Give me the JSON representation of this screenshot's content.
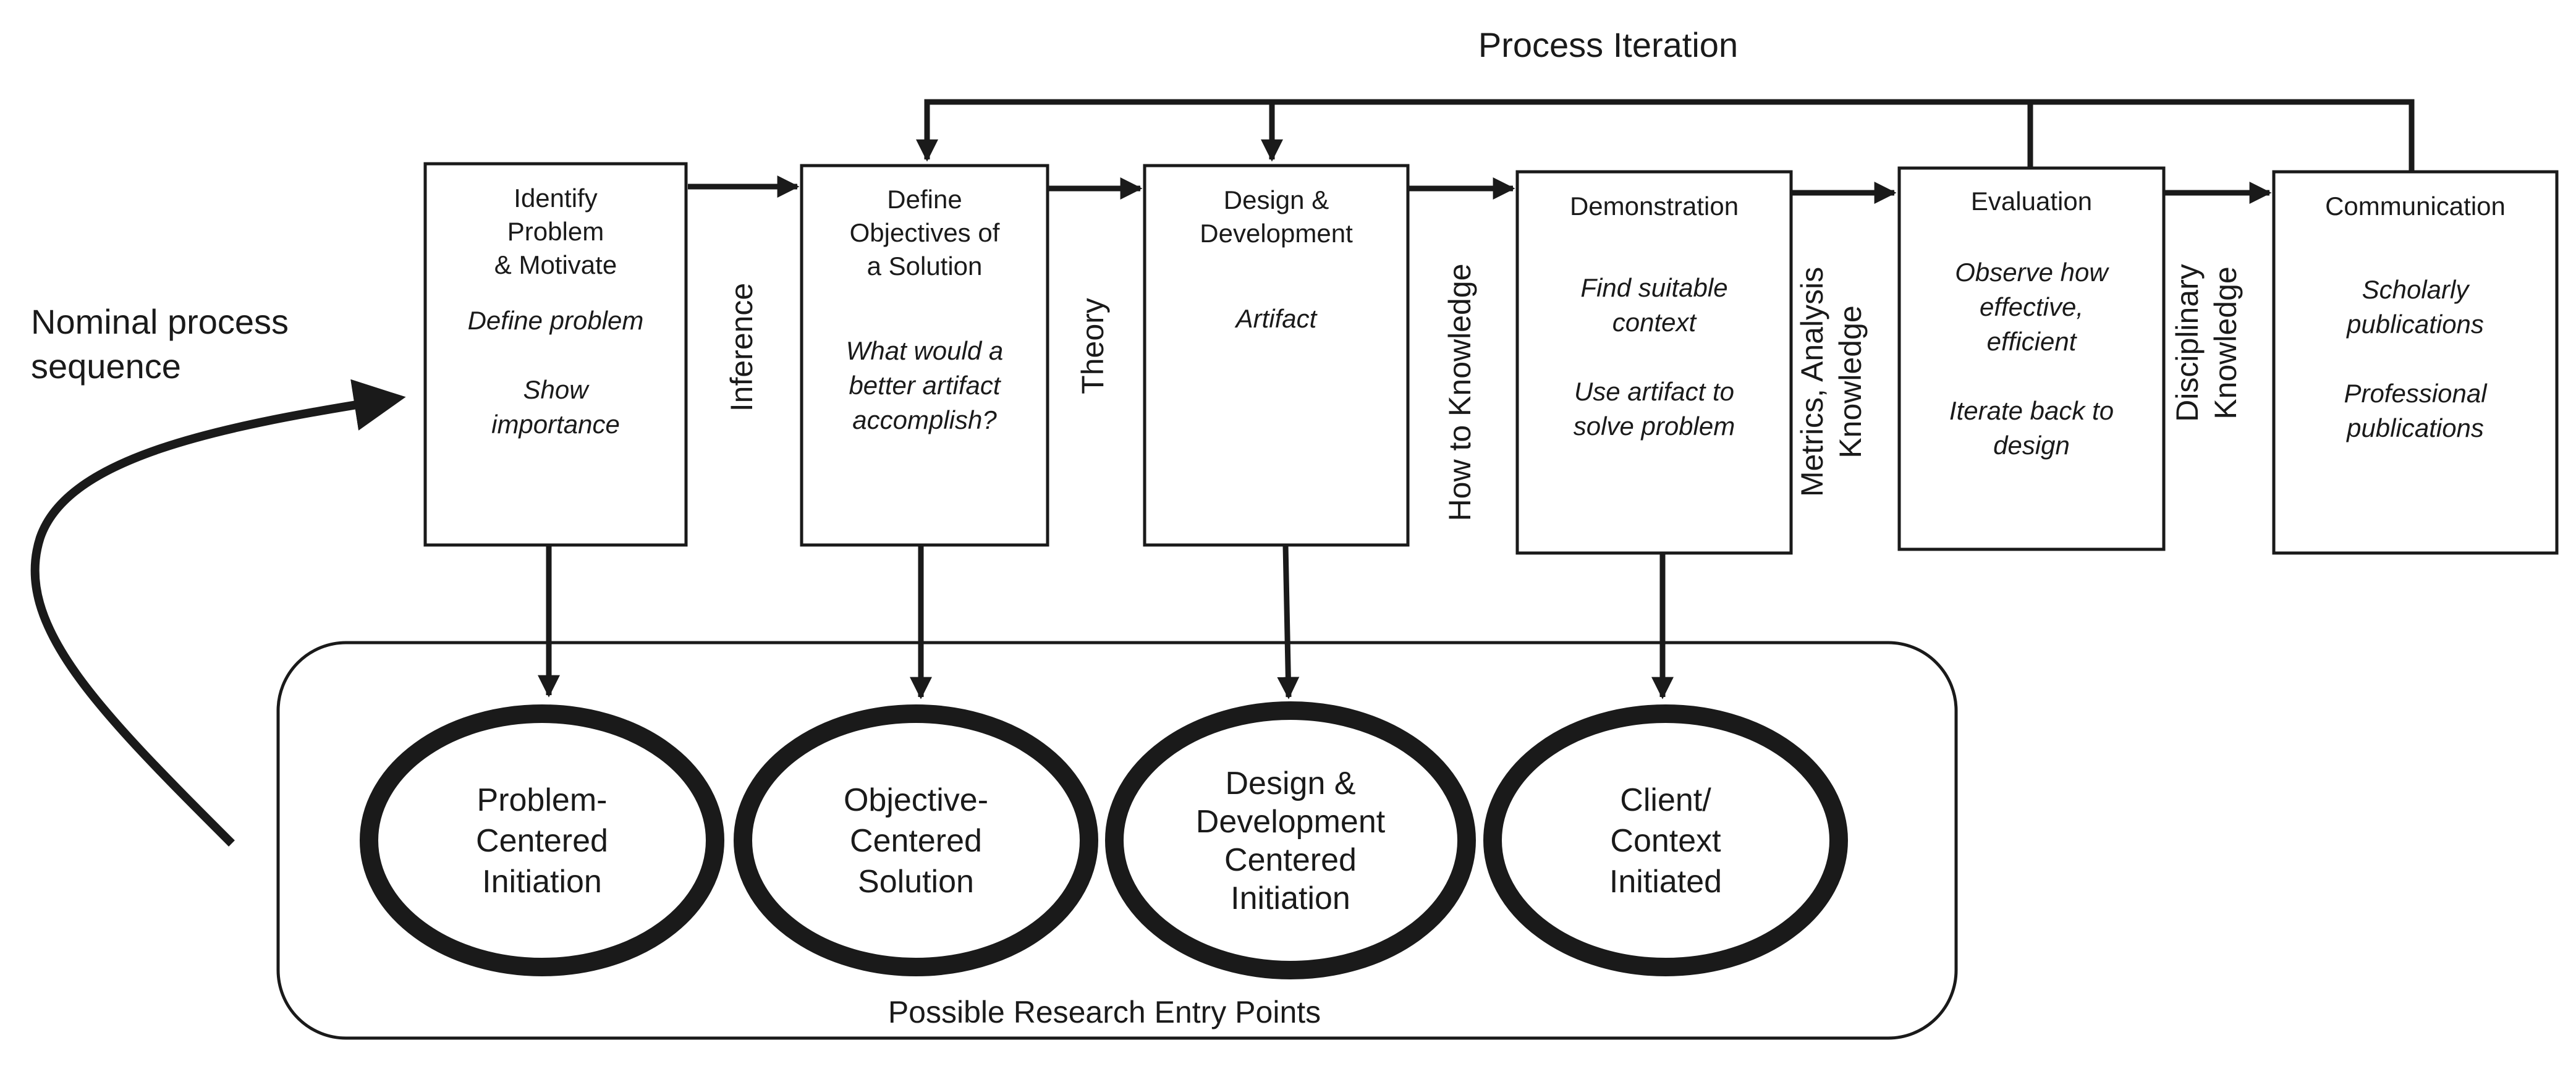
{
  "title": "Process Iteration",
  "nominal_label": [
    "Nominal process",
    "sequence"
  ],
  "boxes": [
    {
      "id": "identify",
      "heading": [
        "Identify",
        "Problem",
        "& Motivate"
      ],
      "details": [
        "Define problem",
        "",
        "Show",
        "importance"
      ]
    },
    {
      "id": "objectives",
      "heading": [
        "Define",
        "Objectives of",
        "a Solution"
      ],
      "details": [
        "What would a",
        "better artifact",
        "accomplish?"
      ]
    },
    {
      "id": "design",
      "heading": [
        "Design &",
        "Development"
      ],
      "details": [
        "Artifact"
      ]
    },
    {
      "id": "demonstration",
      "heading": [
        "Demonstration"
      ],
      "details": [
        "Find suitable",
        "context",
        "",
        "Use artifact to",
        "solve problem"
      ]
    },
    {
      "id": "evaluation",
      "heading": [
        "Evaluation"
      ],
      "details": [
        "Observe how",
        "effective,",
        "efficient",
        "",
        "Iterate back to",
        "design"
      ]
    },
    {
      "id": "communication",
      "heading": [
        "Communication"
      ],
      "details": [
        "Scholarly",
        "publications",
        "",
        "Professional",
        "publications"
      ]
    }
  ],
  "connectors": [
    {
      "id": "inference",
      "lines": [
        "Inference"
      ]
    },
    {
      "id": "theory",
      "lines": [
        "Theory"
      ]
    },
    {
      "id": "how-to-knowledge",
      "lines": [
        "How to Knowledge"
      ]
    },
    {
      "id": "metrics",
      "lines": [
        "Metrics, Analysis",
        "Knowledge"
      ]
    },
    {
      "id": "disciplinary",
      "lines": [
        "Disciplinary",
        "Knowledge"
      ]
    }
  ],
  "entry_points": [
    {
      "id": "problem-centered",
      "lines": [
        "Problem-",
        "Centered",
        "Initiation"
      ]
    },
    {
      "id": "objective-centered",
      "lines": [
        "Objective-",
        "Centered",
        "Solution"
      ]
    },
    {
      "id": "design-centered",
      "lines": [
        "Design &",
        "Development",
        "Centered",
        "Initiation"
      ]
    },
    {
      "id": "client-context",
      "lines": [
        "Client/",
        "Context",
        "Initiated"
      ]
    }
  ],
  "entry_points_caption": "Possible Research Entry Points"
}
